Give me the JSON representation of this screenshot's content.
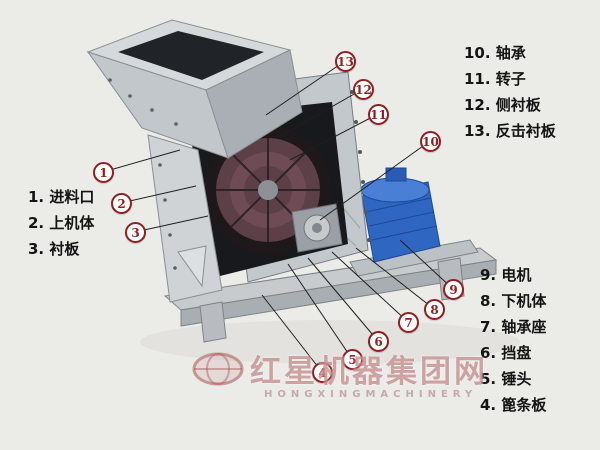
{
  "parts_left": [
    {
      "label": "1. 进料口"
    },
    {
      "label": "2. 上机体"
    },
    {
      "label": "3. 衬板"
    }
  ],
  "parts_top_right": [
    {
      "label": "10. 轴承"
    },
    {
      "label": "11. 转子"
    },
    {
      "label": "12. 侧衬板"
    },
    {
      "label": "13. 反击衬板"
    }
  ],
  "parts_bottom_right": [
    {
      "label": "9. 电机"
    },
    {
      "label": "8. 下机体"
    },
    {
      "label": "7. 轴承座"
    },
    {
      "label": "6. 挡盘"
    },
    {
      "label": "5. 锤头"
    },
    {
      "label": "4. 篦条板"
    }
  ],
  "callouts": [
    {
      "number": "1"
    },
    {
      "number": "2"
    },
    {
      "number": "3"
    },
    {
      "number": "4"
    },
    {
      "number": "5"
    },
    {
      "number": "6"
    },
    {
      "number": "7"
    },
    {
      "number": "8"
    },
    {
      "number": "9"
    },
    {
      "number": "10"
    },
    {
      "number": "11"
    },
    {
      "number": "12"
    },
    {
      "number": "13"
    }
  ],
  "watermark": {
    "cn": "红星机器集团网",
    "en": "HONGXINGMACHINERY"
  },
  "colors": {
    "callout": "#8e1f23",
    "label": "#141414",
    "motor": "#2f66c2",
    "rotor": "#5d3f48",
    "background": "#ebebe8",
    "watermark": "#aa5c5c"
  }
}
